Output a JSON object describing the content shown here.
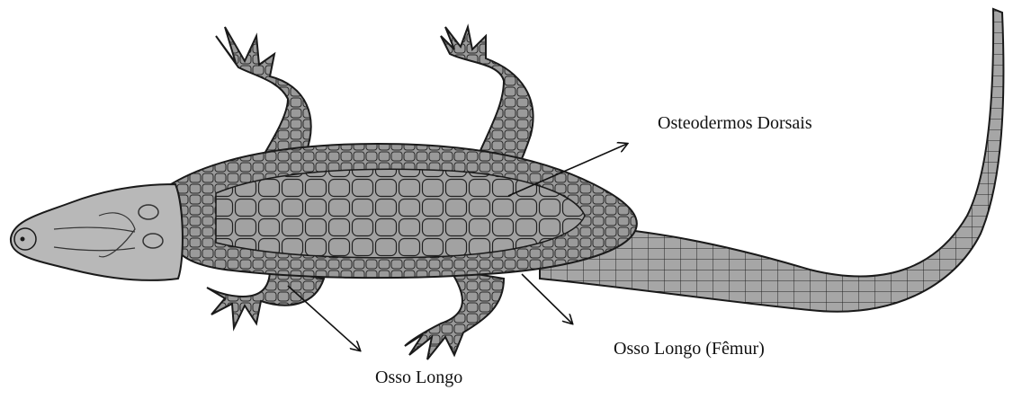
{
  "labels": {
    "osteoderms_dorsal": "Osteodermos Dorsais",
    "long_bone_femur": "Osso Longo (Fêmur)",
    "long_bone": "Osso Longo"
  },
  "colors": {
    "body_fill": "#9a9a9a",
    "head_fill": "#b8b8b8",
    "outline": "#1a1a1a",
    "background": "#ffffff"
  }
}
